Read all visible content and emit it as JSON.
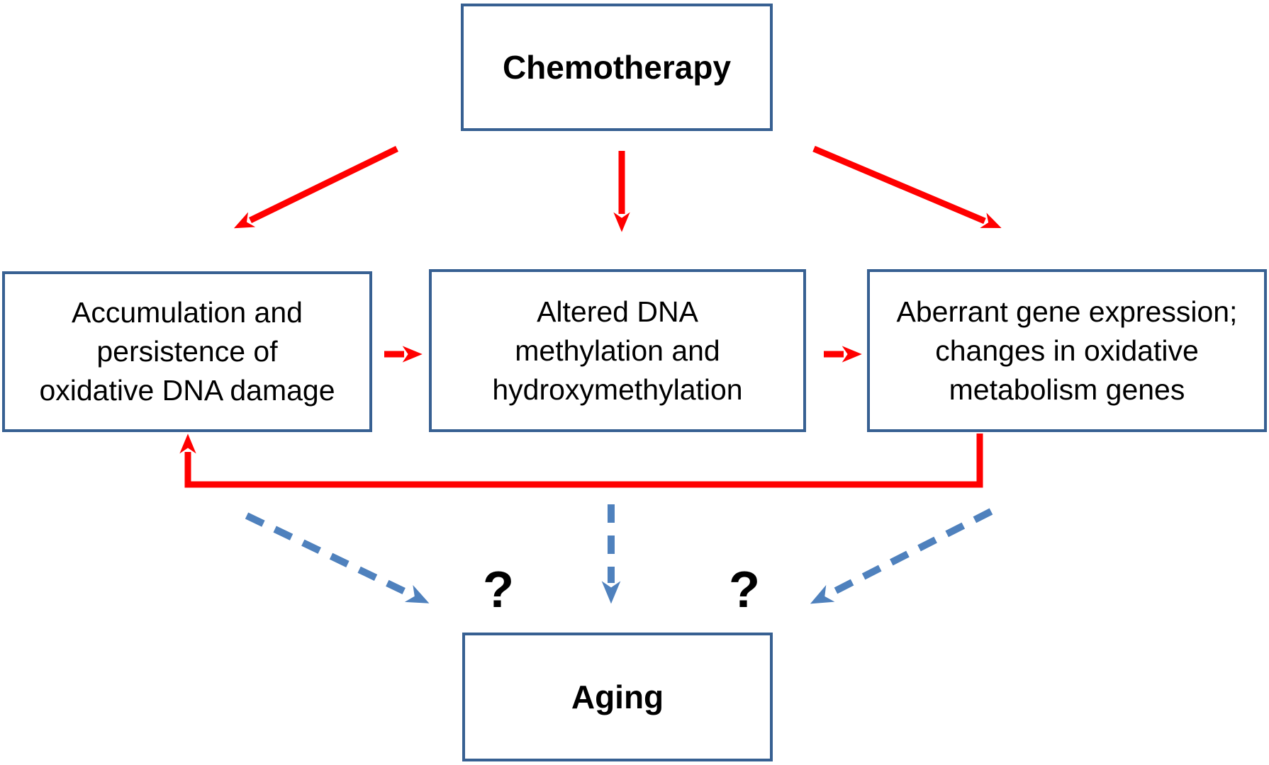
{
  "diagram": {
    "title_box": {
      "label": "Chemotherapy"
    },
    "middle_row": [
      {
        "id": "oxidative-dna-damage",
        "lines": [
          "Accumulation and",
          "persistence of",
          "oxidative DNA damage"
        ]
      },
      {
        "id": "dna-methylation",
        "lines": [
          "Altered DNA",
          "methylation and",
          "hydroxymethylation"
        ]
      },
      {
        "id": "gene-expression",
        "lines": [
          "Aberrant gene expression;",
          "changes in oxidative",
          "metabolism genes"
        ]
      }
    ],
    "bottom_box": {
      "label": "Aging"
    },
    "question_marks": [
      "?",
      "?"
    ],
    "edges": [
      {
        "from": "chemotherapy",
        "to": "oxidative-dna-damage",
        "style": "solid-red"
      },
      {
        "from": "chemotherapy",
        "to": "dna-methylation",
        "style": "solid-red"
      },
      {
        "from": "chemotherapy",
        "to": "gene-expression",
        "style": "solid-red"
      },
      {
        "from": "oxidative-dna-damage",
        "to": "dna-methylation",
        "style": "solid-red"
      },
      {
        "from": "dna-methylation",
        "to": "gene-expression",
        "style": "solid-red"
      },
      {
        "from": "gene-expression",
        "to": "oxidative-dna-damage",
        "style": "solid-red-feedback-loop"
      },
      {
        "from": "oxidative-dna-damage",
        "to": "aging",
        "style": "dashed-blue-uncertain"
      },
      {
        "from": "dna-methylation",
        "to": "aging",
        "style": "dashed-blue-uncertain"
      },
      {
        "from": "gene-expression",
        "to": "aging",
        "style": "dashed-blue-uncertain"
      }
    ],
    "colors": {
      "box_border": "#376092",
      "solid_arrow": "#FF0000",
      "dashed_arrow": "#4F81BD",
      "text": "#000000",
      "background": "#FFFFFF"
    }
  }
}
